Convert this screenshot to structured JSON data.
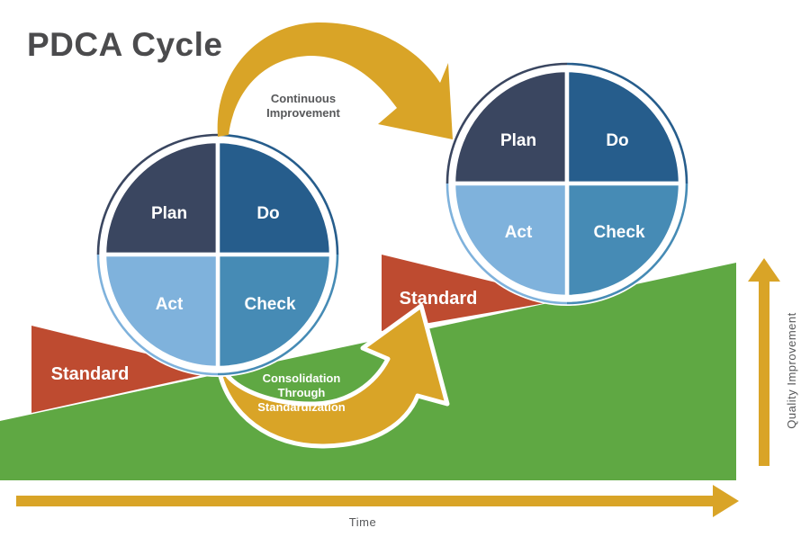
{
  "title": "PDCA Cycle",
  "colors": {
    "plan": "#3A4660",
    "do": "#265D8C",
    "act": "#7FB2DC",
    "check": "#468BB5",
    "slope_green": "#5FA843",
    "standard_red": "#BE4B30",
    "arrow_gold": "#D9A427",
    "label_gray": "#57585A",
    "title_gray": "#4B4B4D",
    "white": "#FFFFFF"
  },
  "cycle_labels": {
    "plan": "Plan",
    "do": "Do",
    "check": "Check",
    "act": "Act"
  },
  "annotations": {
    "continuous_line1": "Continuous",
    "continuous_line2": "Improvement",
    "consolidation_line1": "Consolidation",
    "consolidation_line2": "Through",
    "consolidation_line3": "Standardization",
    "standard": "Standard"
  },
  "axes": {
    "x_label": "Time",
    "y_label": "Quality Improvement"
  }
}
